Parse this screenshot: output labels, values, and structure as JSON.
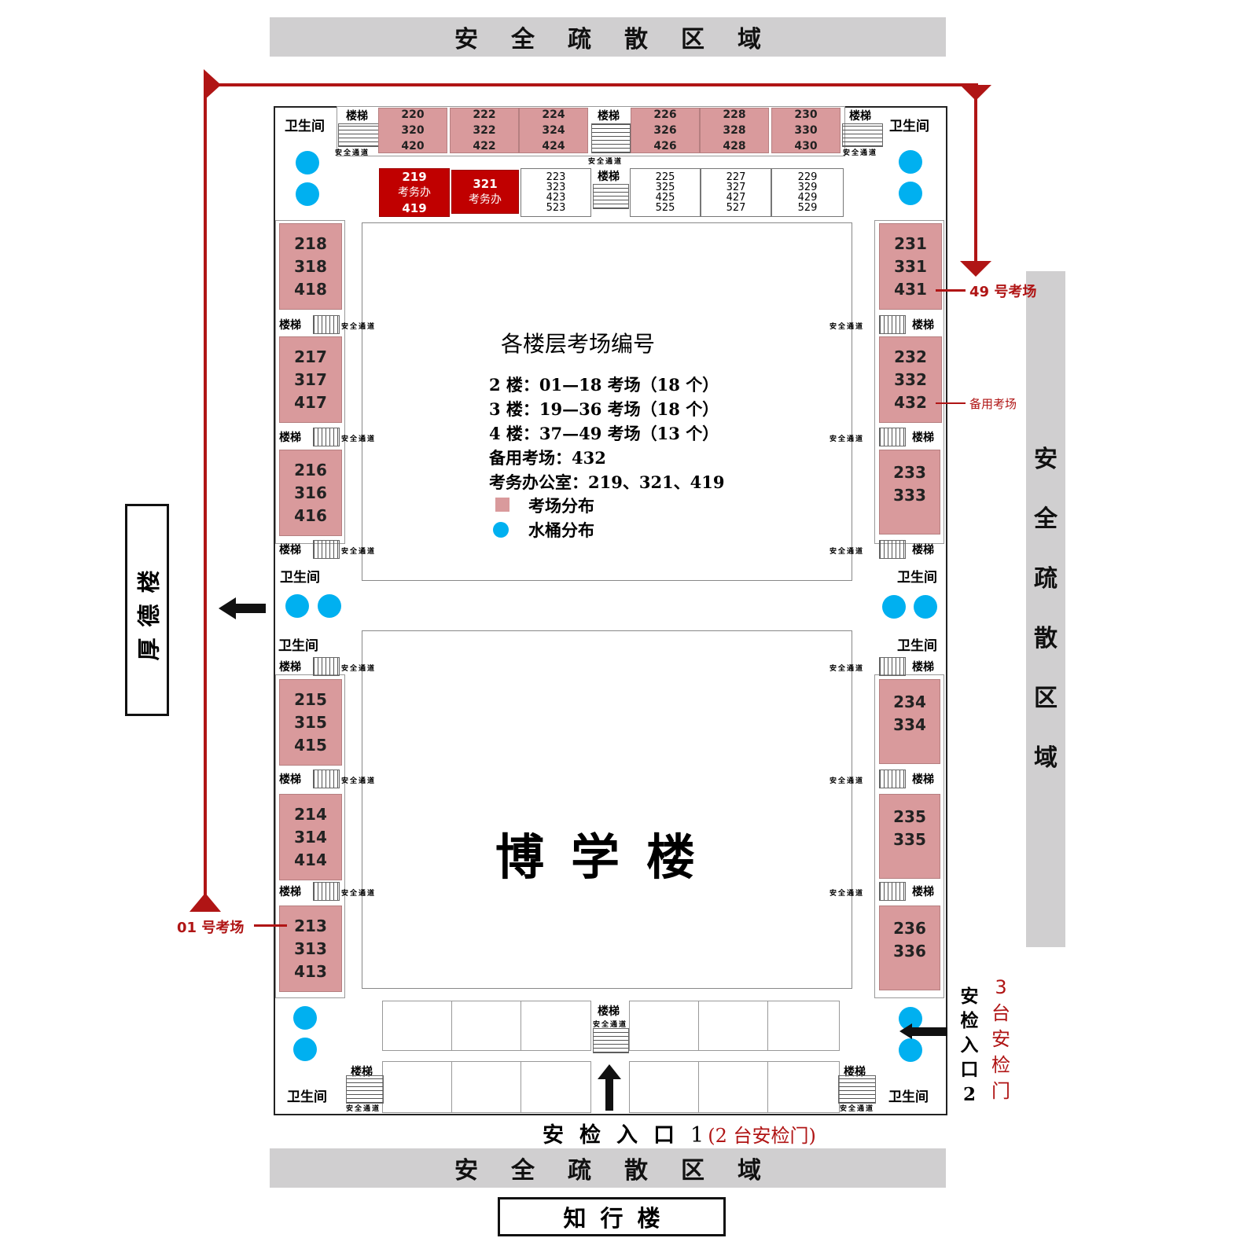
{
  "top_zone": "安全疏散区域",
  "bottom_zone": "安全疏散区域",
  "right_zone": "安全疏散区域",
  "left_building": "厚德楼",
  "bottom_building": "知行楼",
  "main_building": "博学楼",
  "labels": {
    "toilet": "卫生间",
    "stairs": "楼梯",
    "passage": "安全通道"
  },
  "legend": {
    "title": "各楼层考场编号",
    "lines": [
      "2 楼：01—18 考场（18 个）",
      "3 楼：19—36 考场（18 个）",
      "4 楼：37—49 考场（13 个）",
      "备用考场：432",
      "考务办公室：219、321、419"
    ],
    "room_legend": "考场分布",
    "bucket_legend": "水桶分布",
    "room_color": "#d99a9c",
    "bucket_color": "#00b0f0",
    "office_color": "#c00000"
  },
  "route_color": "#b01515",
  "markers": {
    "first_room": "01 号考场",
    "last_room": "49 号考场",
    "spare_room": "备用考场"
  },
  "entrances": {
    "entrance1": "安检入口",
    "entrance1_num": "1",
    "entrance1_note": "(2 台安检门)",
    "entrance2": [
      "安",
      "检",
      "入",
      "口",
      "2"
    ],
    "entrance2_note": [
      "3",
      "台",
      "安",
      "检",
      "门"
    ]
  },
  "top_row": [
    [
      "220",
      "320",
      "420"
    ],
    [
      "222",
      "322",
      "422"
    ],
    [
      "224",
      "324",
      "424"
    ],
    [
      "226",
      "326",
      "426"
    ],
    [
      "228",
      "328",
      "428"
    ],
    [
      "230",
      "330",
      "430"
    ]
  ],
  "offices": {
    "a": {
      "top": "219",
      "mid": "考务办",
      "bot": "419"
    },
    "b": {
      "top": "321",
      "mid": "考务办"
    }
  },
  "second_row": [
    [
      "223",
      "323",
      "423",
      "523"
    ],
    [
      "225",
      "325",
      "425",
      "525"
    ],
    [
      "227",
      "327",
      "427",
      "527"
    ],
    [
      "229",
      "329",
      "429",
      "529"
    ]
  ],
  "left_column": [
    [
      "218",
      "318",
      "418"
    ],
    [
      "217",
      "317",
      "417"
    ],
    [
      "216",
      "316",
      "416"
    ],
    [
      "215",
      "315",
      "415"
    ],
    [
      "214",
      "314",
      "414"
    ],
    [
      "213",
      "313",
      "413"
    ]
  ],
  "right_column": [
    [
      "231",
      "331",
      "431"
    ],
    [
      "232",
      "332",
      "432"
    ],
    [
      "233",
      "333"
    ],
    [
      "234",
      "334"
    ],
    [
      "235",
      "335"
    ],
    [
      "236",
      "336"
    ]
  ]
}
